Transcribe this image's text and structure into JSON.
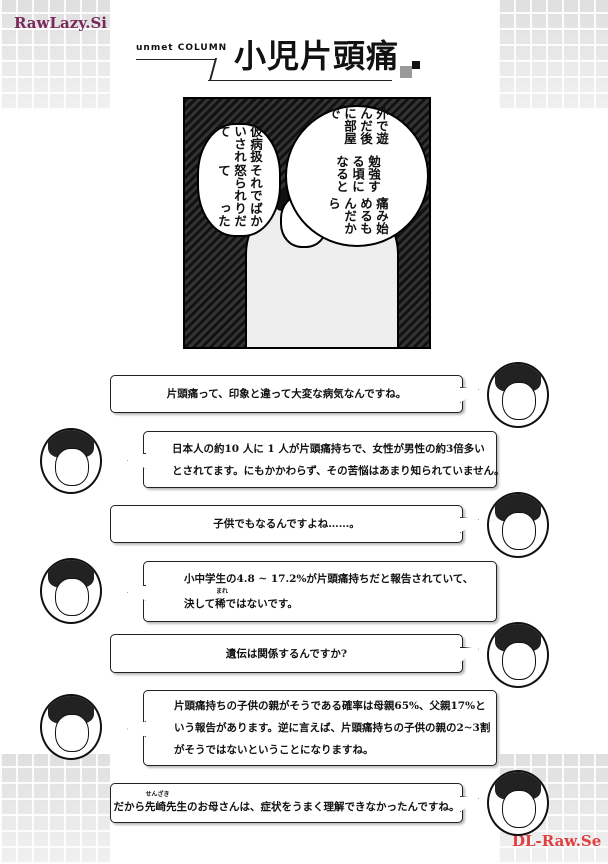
{
  "watermarks": {
    "top": "RawLazy.Si",
    "bottom": "DL-Raw.Se"
  },
  "header": {
    "subtitle": "unmet COLUMN",
    "title": "小児片頭痛"
  },
  "panel": {
    "balloon_right": [
      "外で遊んだ後に部屋で",
      "勉強する頃になると",
      "痛み始めるもんだから"
    ],
    "balloon_left": [
      "仮病扱いされて",
      "それで怒られて",
      "ばかりだった"
    ]
  },
  "dialogue": [
    {
      "speaker": "woman",
      "lines": [
        "片頭痛って、印象と違って大変な病気なんですね。"
      ]
    },
    {
      "speaker": "doctor",
      "lines": [
        "日本人の約10 人に 1 人が片頭痛持ちで、女性が男性の約3倍多い",
        "とされてます。にもかかわらず、その苦悩はあまり知られていません。"
      ]
    },
    {
      "speaker": "woman",
      "lines": [
        "子供でもなるんですよね……。"
      ]
    },
    {
      "speaker": "doctor",
      "lines": [
        "小中学生の4.8 ~ 17.2%が片頭痛持ちだと報告されていて、",
        "決して稀ではないです。"
      ],
      "ruby": "まれ"
    },
    {
      "speaker": "woman",
      "lines": [
        "遺伝は関係するんですか?"
      ]
    },
    {
      "speaker": "doctor",
      "lines": [
        "片頭痛持ちの子供の親がそうである確率は母親65%、父親17%と",
        "いう報告があります。逆に言えば、片頭痛持ちの子供の親の2~3割",
        "がそうではないということになりますね。"
      ]
    },
    {
      "speaker": "woman",
      "lines": [
        "だから先崎先生のお母さんは、症状をうまく理解できなかったんですね。"
      ],
      "ruby": "せんざき"
    }
  ]
}
